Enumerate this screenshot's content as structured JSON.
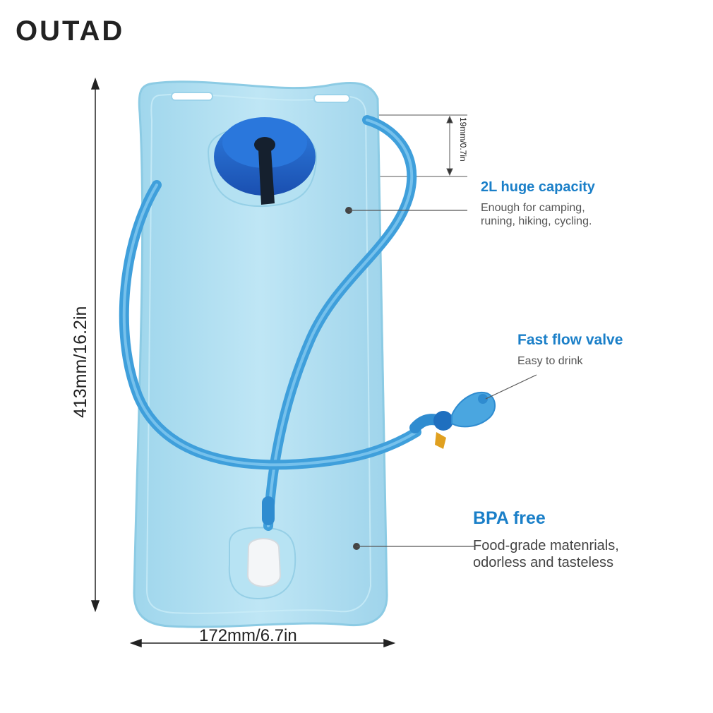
{
  "brand": {
    "name": "OUTAD"
  },
  "dimensions": {
    "height": "413mm/16.2in",
    "width": "172mm/6.7in",
    "cap": "19mm/0.7in"
  },
  "features": [
    {
      "title": "2L huge capacity",
      "description": "Enough for camping,\nruning, hiking, cycling."
    },
    {
      "title": "Fast flow valve",
      "description": "Easy to drink"
    },
    {
      "title": "BPA free",
      "description": "Food-grade matenrials,\nodorless and tasteless"
    }
  ],
  "colors": {
    "accent": "#1a7fc8",
    "bladder": "#a9dcef",
    "tube": "#3f9fdb",
    "cap": "#1f63c9",
    "bite_valve_tip": "#e0a020"
  },
  "icons": [
    "bladder-image",
    "hose",
    "cap",
    "bite-valve"
  ]
}
